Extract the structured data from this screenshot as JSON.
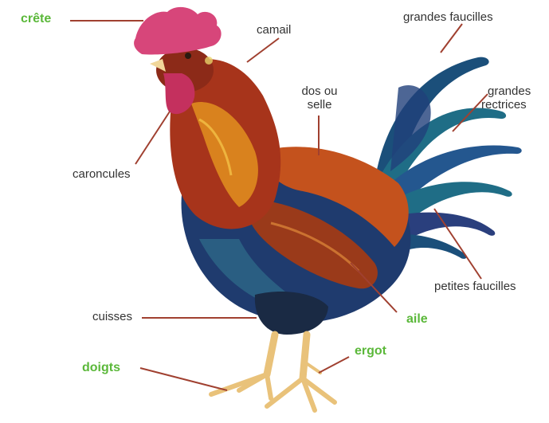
{
  "colors": {
    "leader_line": "#a04030",
    "label_text": "#333333",
    "highlight_label": "#5bb83a",
    "comb": "#d7467a",
    "wattle": "#c4305e",
    "beak": "#f1d79a",
    "neck_gold": "#d9821e",
    "neck_red": "#a7341b",
    "body_blue": "#1f3b6e",
    "tail_teal": "#1f6d86",
    "leg_yellow": "#e9c27a"
  },
  "labels": {
    "crete": "crête",
    "camail": "camail",
    "grandes_faucilles": "grandes faucilles",
    "dos_ou": "dos ou",
    "selle": "selle",
    "grandes": "grandes",
    "rectrices": "rectrices",
    "caroncules": "caroncules",
    "petites_faucilles": "petites faucilles",
    "cuisses": "cuisses",
    "aile": "aile",
    "ergot": "ergot",
    "doigts": "doigts"
  }
}
